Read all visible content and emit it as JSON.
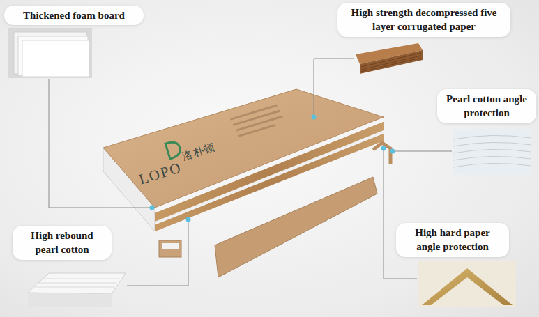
{
  "diagram": {
    "nodes": [
      {
        "text": [
          "Thickened foam board"
        ]
      },
      {
        "text": [
          "High strength decompressed five layer corrugated paper"
        ]
      },
      {
        "text": [
          "Pearl cotton angle protection"
        ]
      },
      {
        "text": [
          "High rebound pearl cotton"
        ]
      },
      {
        "text": [
          "High hard paper angle protection"
        ]
      }
    ],
    "labels": [
      "LOPO",
      "洛朴顿"
    ]
  }
}
